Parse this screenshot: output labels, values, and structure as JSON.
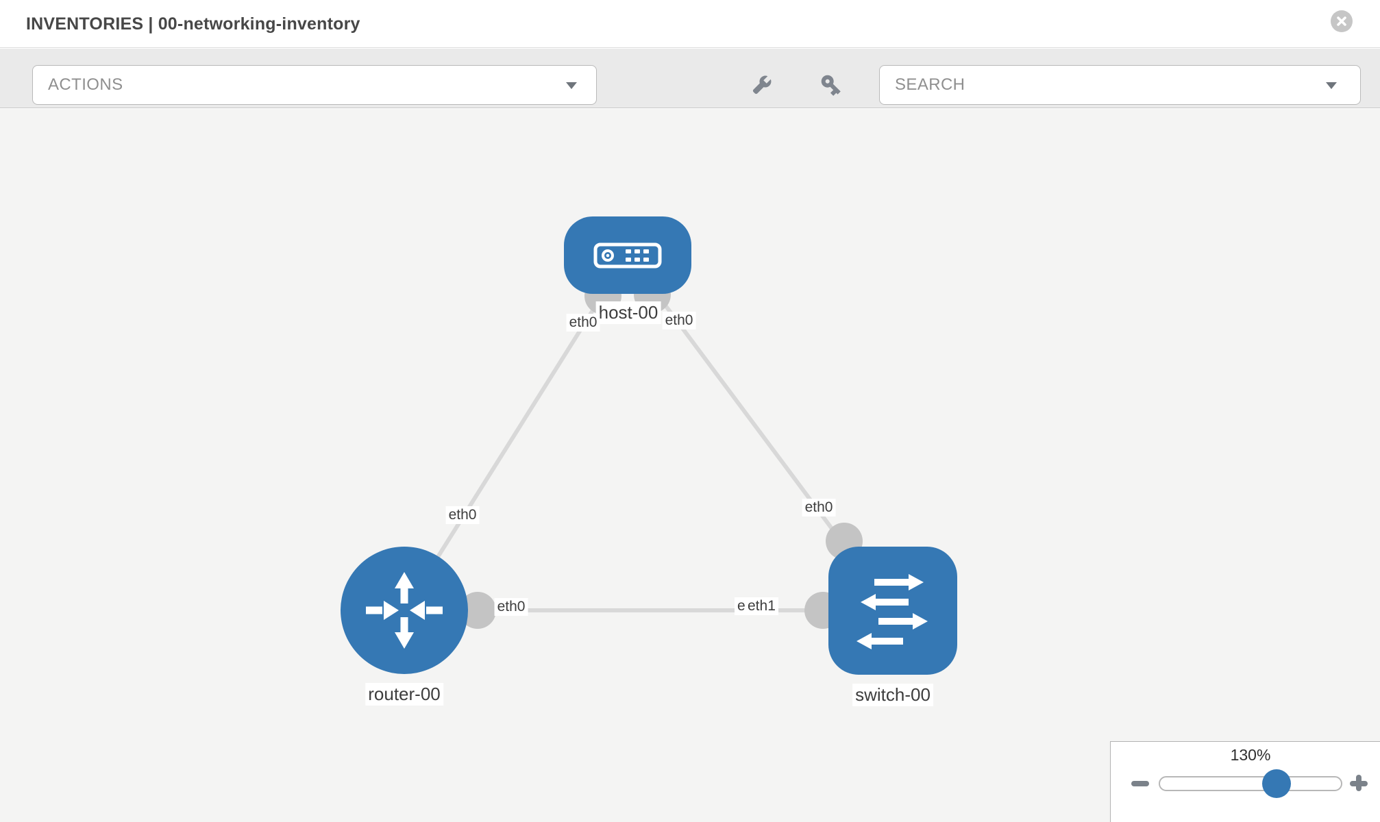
{
  "window": {
    "title": "INVENTORIES | 00-networking-inventory"
  },
  "toolbar": {
    "actions": {
      "label": "ACTIONS"
    },
    "search": {
      "placeholder": "SEARCH"
    },
    "icons": {
      "left_tool": "wrench",
      "right_tool": "key",
      "dropdown": "caret-down"
    }
  },
  "topology": {
    "nodes": [
      {
        "id": "host-00",
        "type": "host",
        "label": "host-00"
      },
      {
        "id": "router-00",
        "type": "router",
        "label": "router-00"
      },
      {
        "id": "switch-00",
        "type": "switch",
        "label": "switch-00"
      }
    ],
    "links": [
      {
        "from": "router-00",
        "from_interface": "eth0",
        "to": "host-00",
        "to_interface": "eth0"
      },
      {
        "from": "host-00",
        "from_interface": "eth0",
        "to": "switch-00",
        "to_interface": "eth0"
      },
      {
        "from": "router-00",
        "from_interface": "eth0",
        "to": "switch-00",
        "to_interface": "eth1"
      }
    ],
    "interface_labels": {
      "host_bottom_left": "eth0",
      "host_bottom_right": "eth0",
      "router_host_link": "eth0",
      "host_switch_link": "eth0",
      "router_switch_router_side": "eth0",
      "router_switch_switch_side_back": "eth0",
      "router_switch_switch_side_front": "eth1"
    }
  },
  "zoom_control": {
    "level": "130%",
    "icons": {
      "decrease": "minus",
      "increase": "plus"
    }
  },
  "header_icons": {
    "close": "x-circle"
  },
  "colors": {
    "node_blue": "#3578b4",
    "link_gray": "#d8d8d8",
    "interface_dot_gray": "#c4c4c4",
    "toolbar_bg": "#eaeaea",
    "canvas_bg": "#f4f4f3",
    "tool_icon_gray": "#7f858e",
    "title_text": "#474747"
  }
}
